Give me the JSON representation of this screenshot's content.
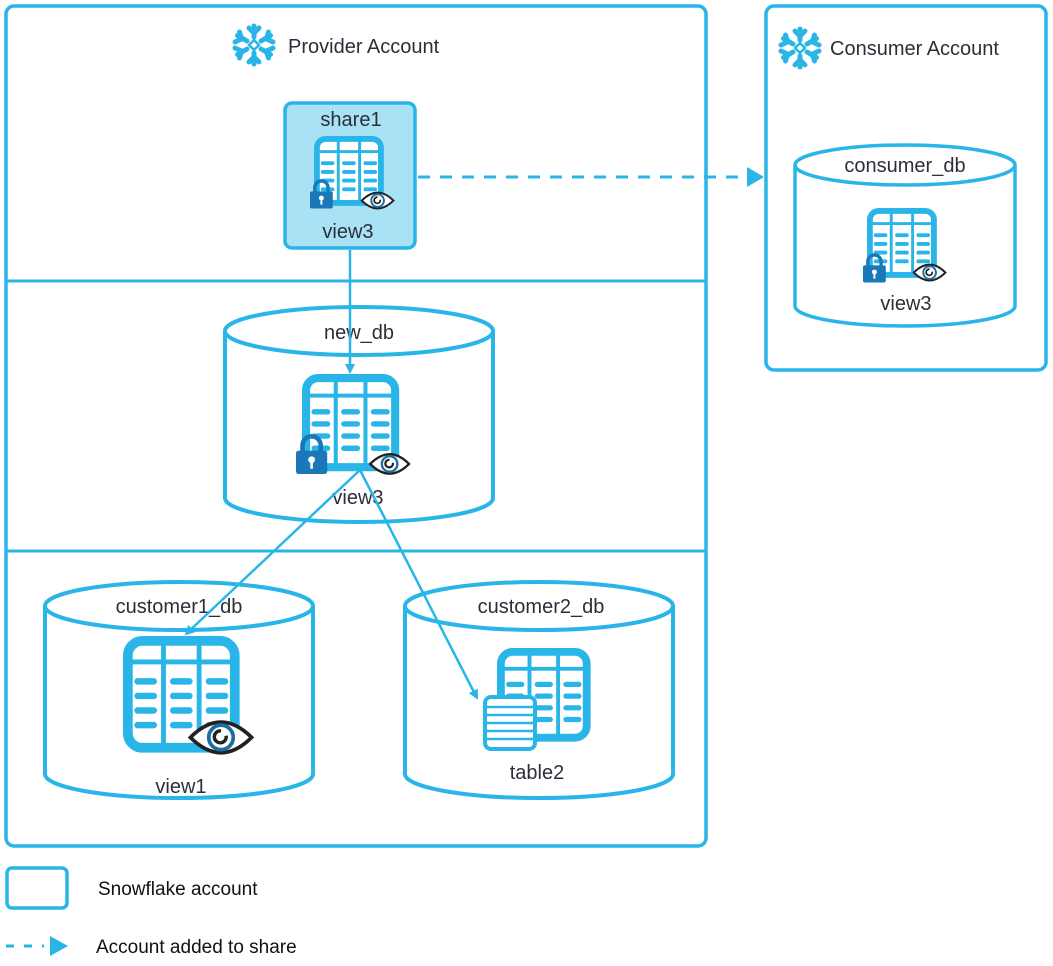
{
  "colors": {
    "accent": "#29B5E8",
    "share_fill": "#A9E1F5",
    "lock": "#1A78B8",
    "eye_outline": "#222222",
    "eye_iris": "#1A6FA0",
    "text": "#2b2f3a"
  },
  "provider": {
    "title": "Provider Account",
    "icon": "snowflake-icon",
    "share": {
      "name": "share1",
      "object": "view3",
      "icons": [
        "view-table-icon",
        "lock-icon",
        "eye-icon"
      ]
    },
    "new_db": {
      "name": "new_db",
      "object": "view3",
      "icons": [
        "view-table-icon",
        "lock-icon",
        "eye-icon"
      ]
    },
    "customer1_db": {
      "name": "customer1_db",
      "object": "view1",
      "icons": [
        "view-table-icon",
        "eye-icon"
      ]
    },
    "customer2_db": {
      "name": "customer2_db",
      "object": "table2",
      "icons": [
        "view-table-icon",
        "table-icon"
      ]
    }
  },
  "consumer": {
    "title": "Consumer Account",
    "icon": "snowflake-icon",
    "consumer_db": {
      "name": "consumer_db",
      "object": "view3",
      "icons": [
        "view-table-icon",
        "lock-icon",
        "eye-icon"
      ]
    }
  },
  "legend": [
    {
      "symbol": "rounded-rect",
      "label": "Snowflake account"
    },
    {
      "symbol": "dashed-arrow",
      "label": "Account added to share"
    }
  ]
}
